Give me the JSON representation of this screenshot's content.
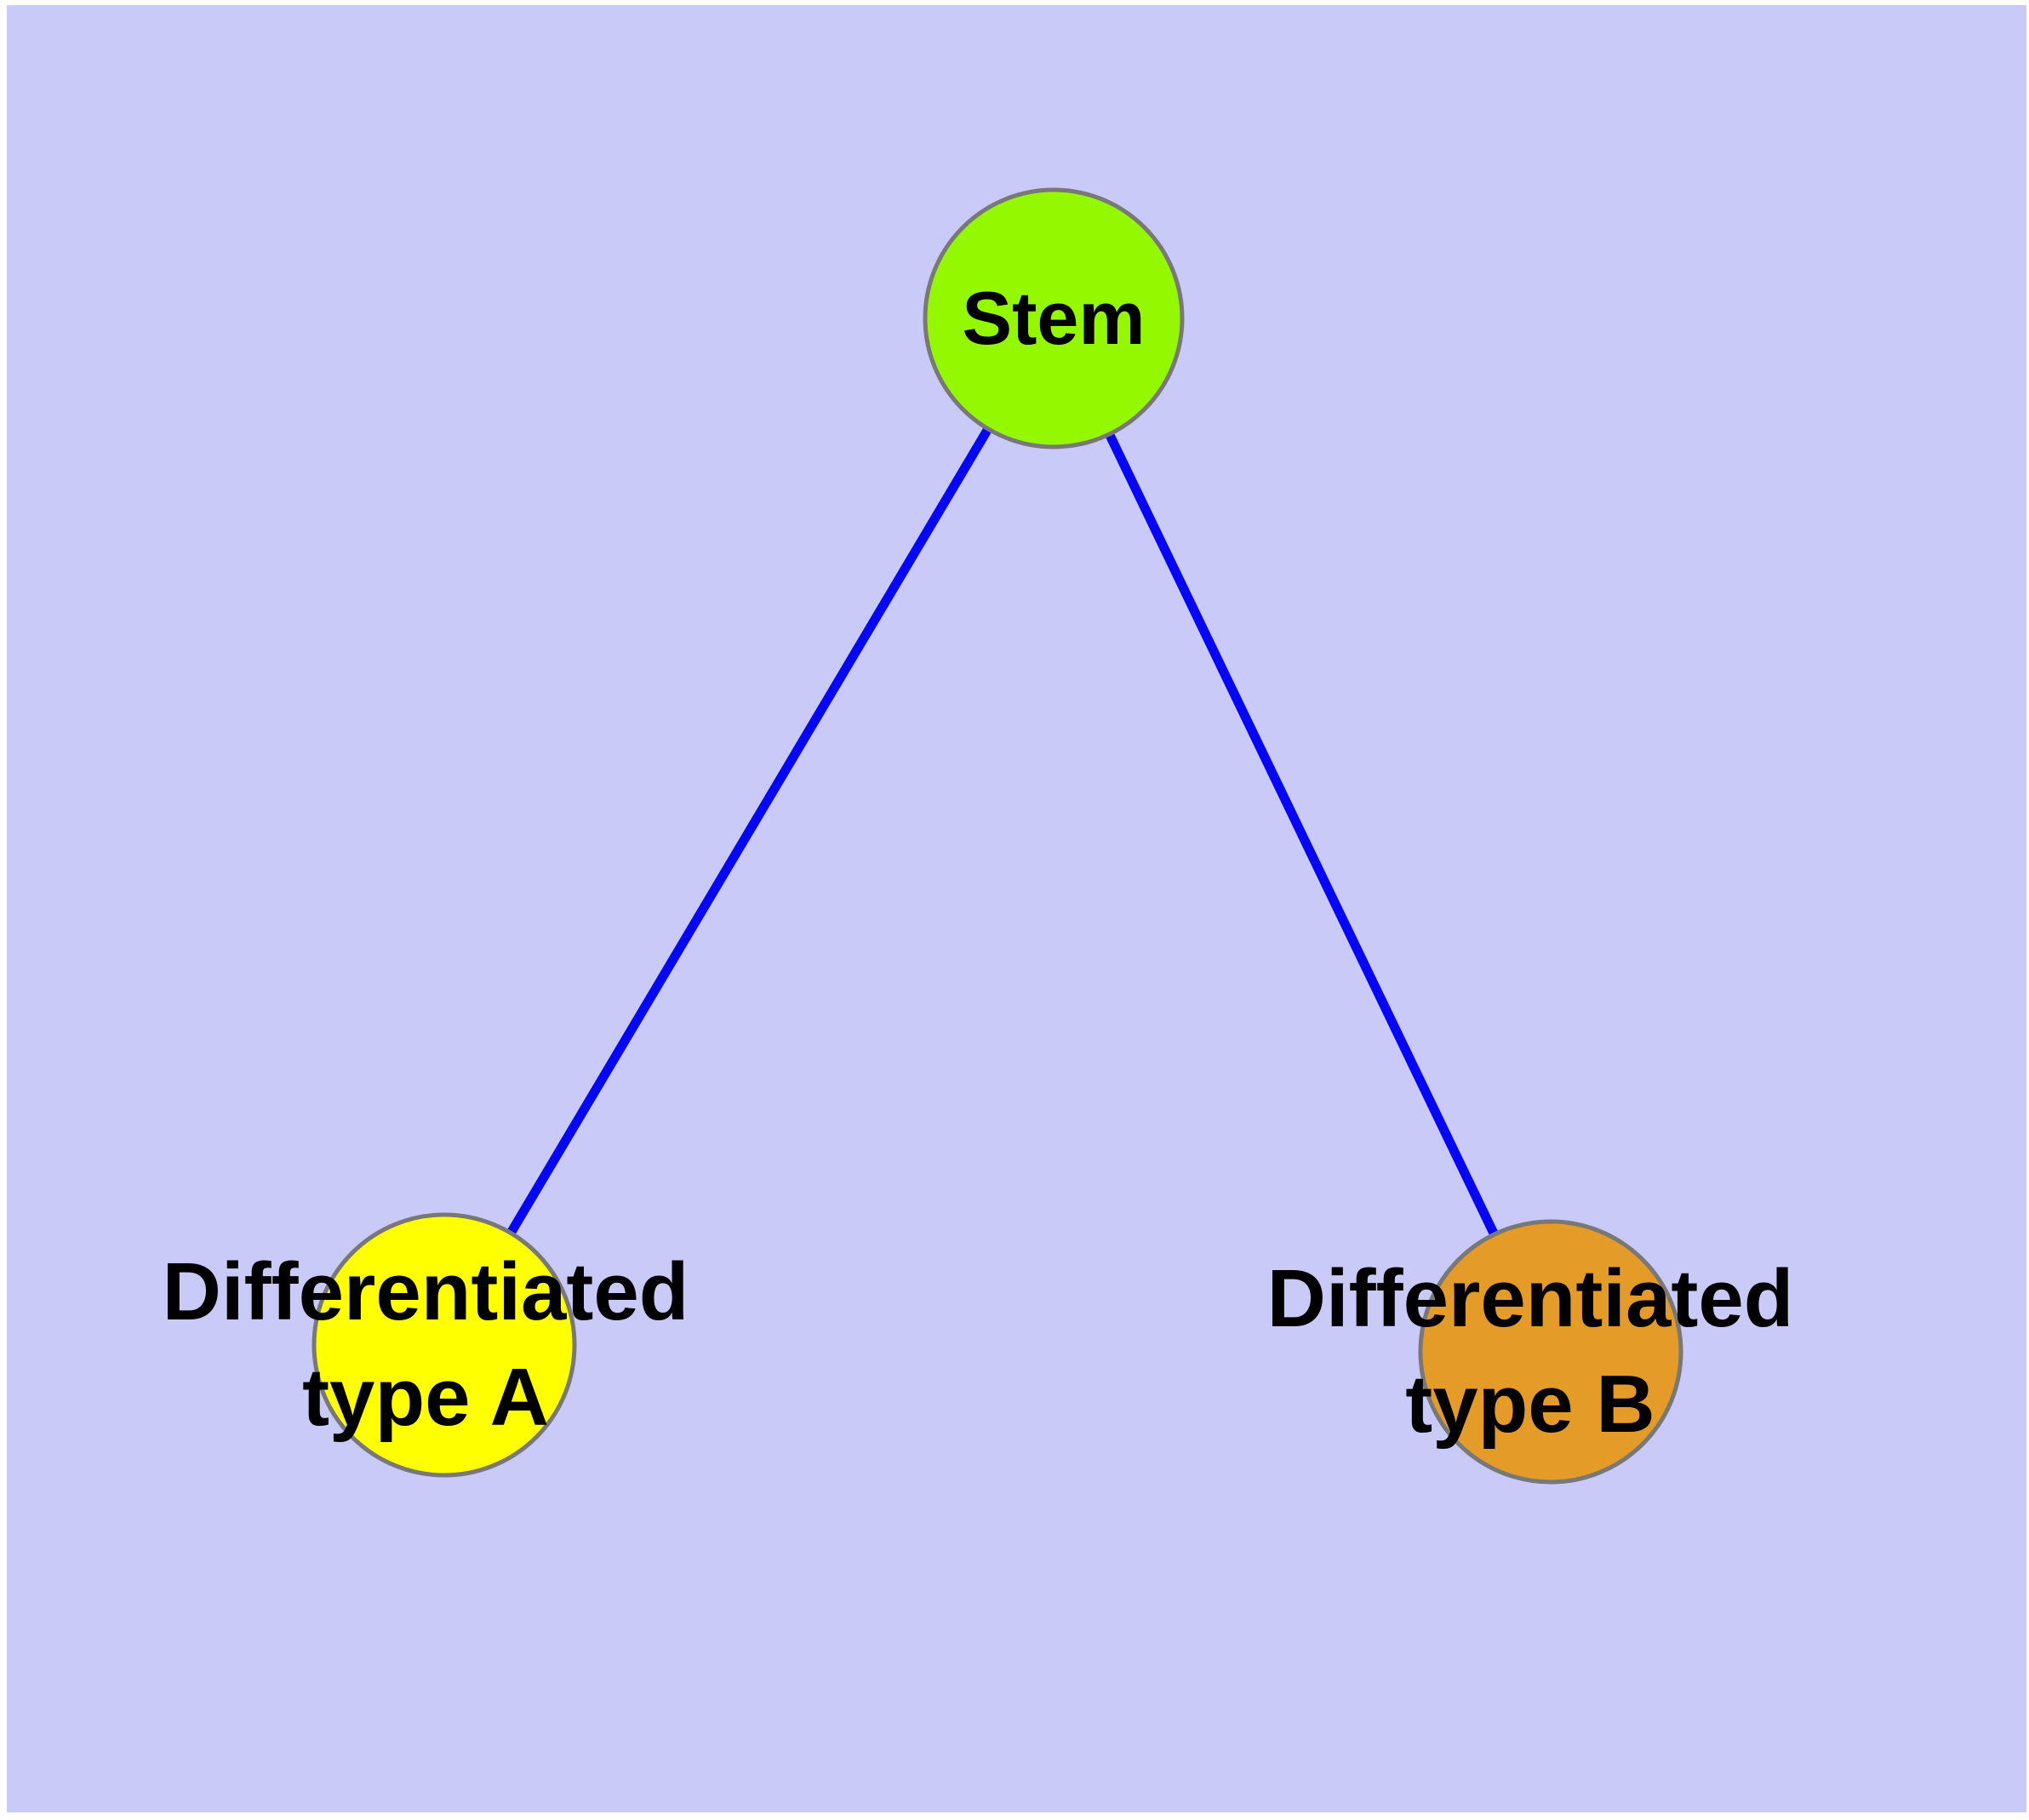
{
  "canvas": {
    "page_background": "#ffffff",
    "background": "#cacaf8"
  },
  "edges": {
    "color": "#0505f8",
    "stem_to_type_a": {
      "from": "Stem",
      "to": "Differentiated type A"
    },
    "stem_to_type_b": {
      "from": "Stem",
      "to": "Differentiated type B"
    }
  },
  "nodes": {
    "border_color": "#787878",
    "stem": {
      "label": "Stem",
      "fill": "#94f800"
    },
    "type_a": {
      "label_line1": "Differentiated",
      "label_line2": "type A",
      "fill": "#ffff00"
    },
    "type_b": {
      "label_line1": "Differentiated",
      "label_line2": "type B",
      "fill": "#e49b28"
    }
  }
}
